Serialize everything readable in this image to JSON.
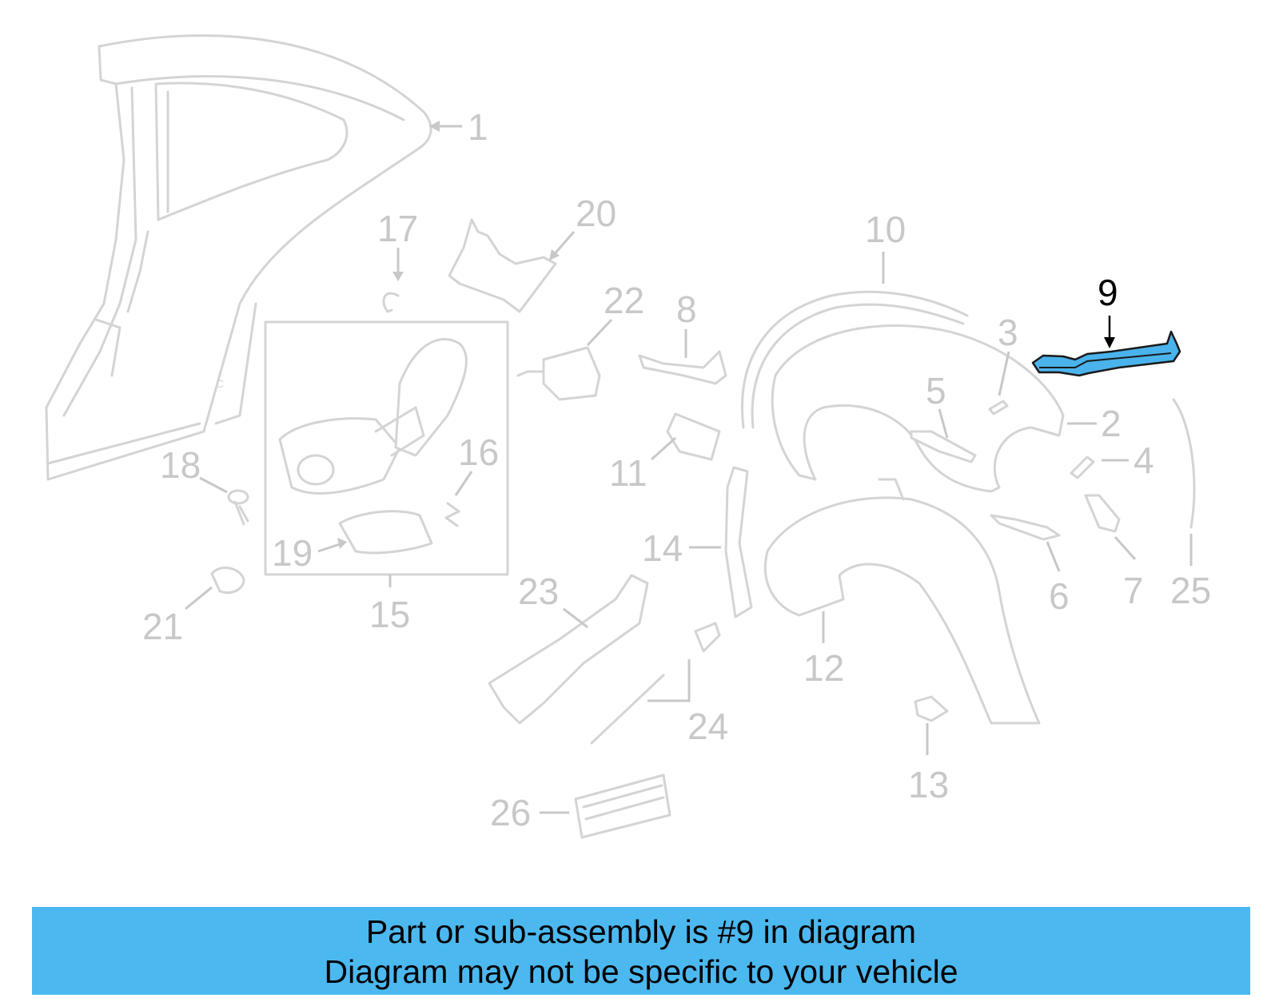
{
  "diagram": {
    "highlight_color": "#4ab3ec",
    "part_color": "#d4d4d4",
    "labels": {
      "l1": "1",
      "l2": "2",
      "l3": "3",
      "l4": "4",
      "l5": "5",
      "l6": "6",
      "l7": "7",
      "l8": "8",
      "l9": "9",
      "l10": "10",
      "l11": "11",
      "l12": "12",
      "l13": "13",
      "l14": "14",
      "l15": "15",
      "l16": "16",
      "l17": "17",
      "l18": "18",
      "l19": "19",
      "l20": "20",
      "l21": "21",
      "l22": "22",
      "l23": "23",
      "l24": "24",
      "l25": "25",
      "l26": "26"
    }
  },
  "banner": {
    "line1": "Part or sub-assembly is #9 in diagram",
    "line2": "Diagram may not be specific to your vehicle"
  }
}
